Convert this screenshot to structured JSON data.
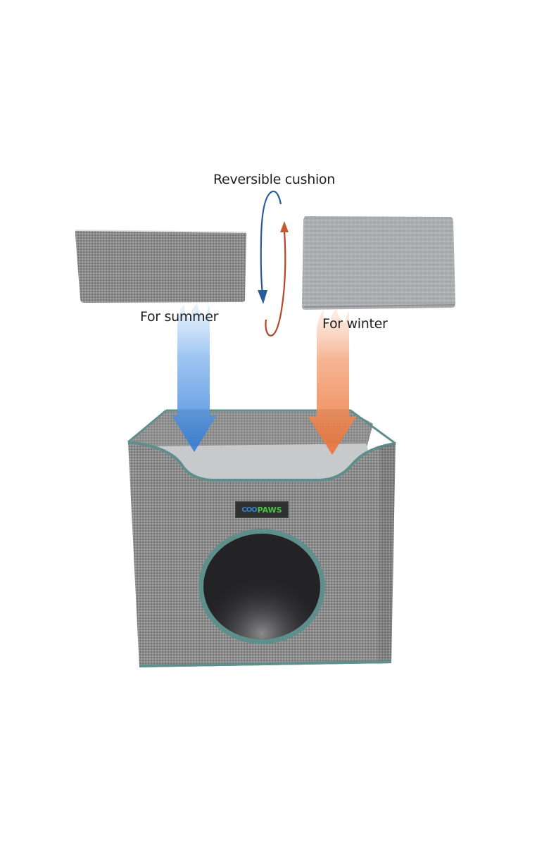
{
  "annotations": {
    "title": "Reversible cushion",
    "summer_label": "For summer",
    "winter_label": "For winter"
  },
  "brand": {
    "logo_prefix": "COO",
    "logo_name": "PAWS"
  },
  "colors": {
    "background": "#ffffff",
    "fabric_gray": "#8a8a8a",
    "trim_teal": "#5f8f8c",
    "cool_arrow_blue": "#2f7fd8",
    "warm_arrow_orange": "#ee7a3e",
    "reverse_arrow_blue": "#2a5a9e",
    "reverse_arrow_red": "#b4462a",
    "opening_dark": "#232325"
  },
  "items": [
    {
      "id": "summer-cushion",
      "description": "Gray linen cushion side"
    },
    {
      "id": "winter-cushion",
      "description": "Gray plush fleece cushion side"
    },
    {
      "id": "pet-cube",
      "description": "Gray linen cube with round entrance and top bed"
    }
  ]
}
